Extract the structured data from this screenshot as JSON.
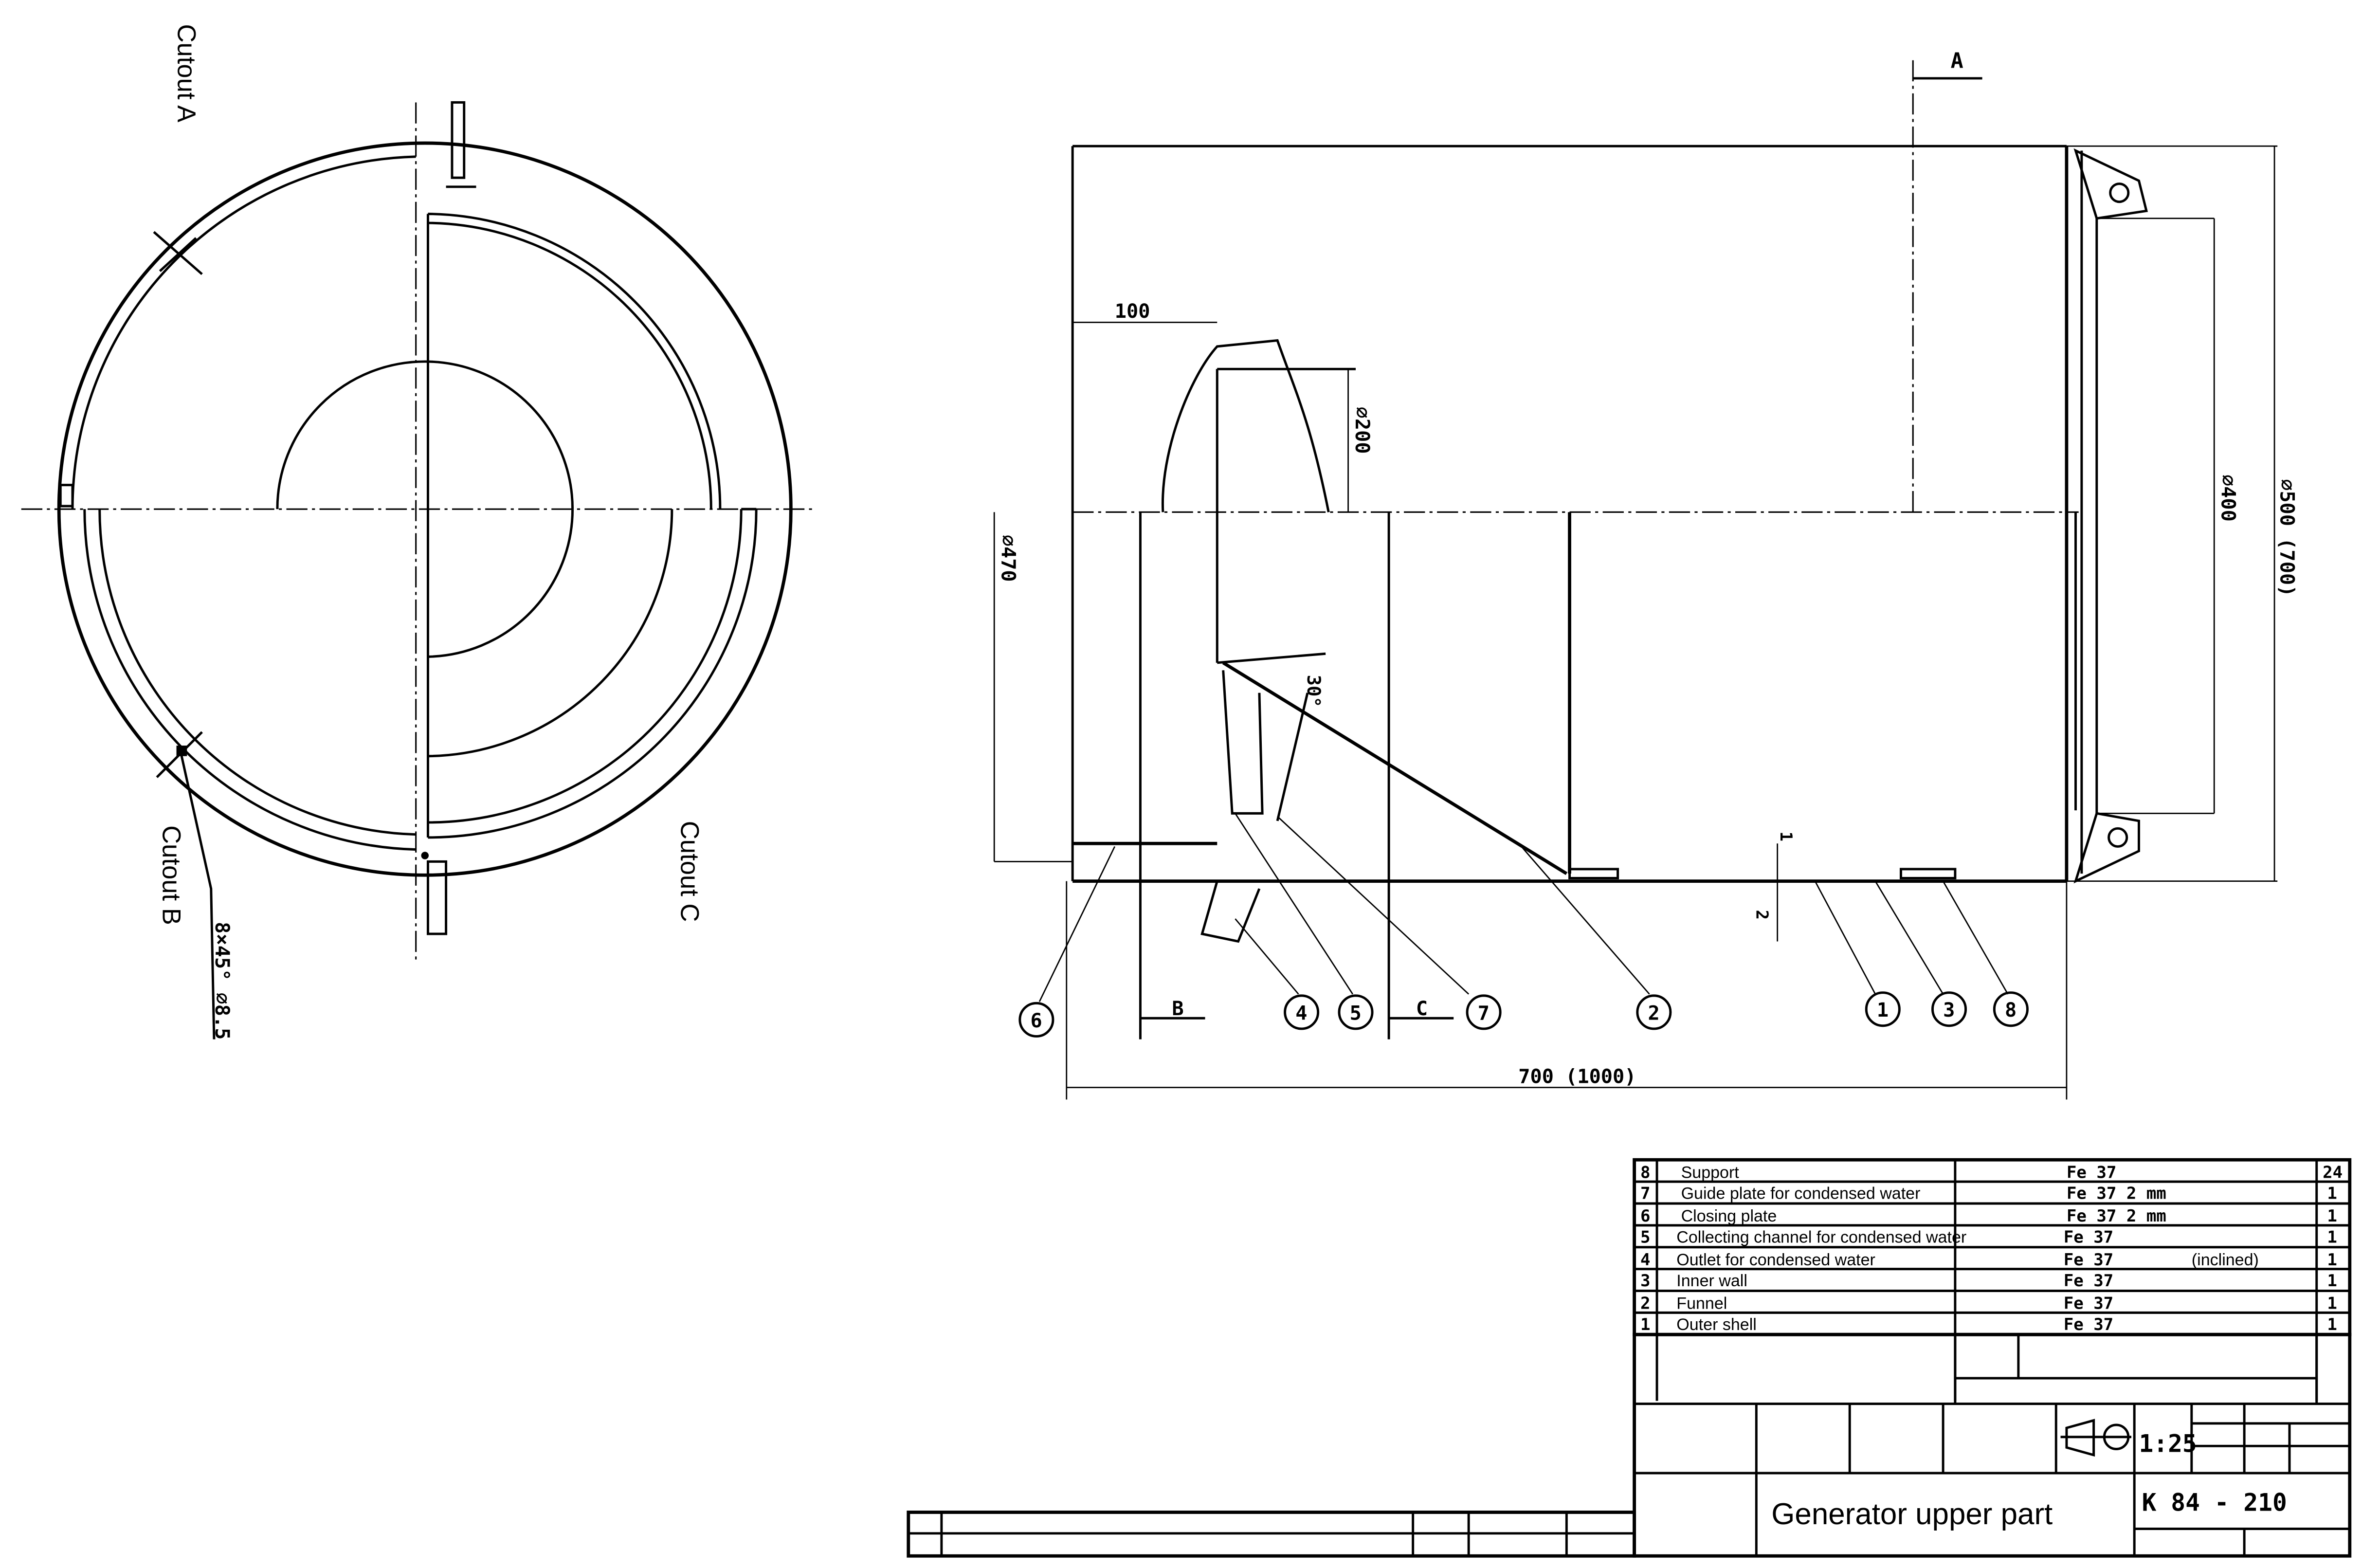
{
  "left_view": {
    "cutout_a": "Cutout A",
    "cutout_b": "Cutout B",
    "cutout_c": "Cutout C",
    "chamfer_note": "8×45° ⌀8.5"
  },
  "side_view": {
    "section_a": "A",
    "section_b": "B",
    "section_c": "C",
    "dim_100": "100",
    "dim_d200": "⌀200",
    "dim_d470": "⌀470",
    "dim_d400": "⌀400",
    "dim_d500": "⌀500 (700)",
    "dim_length": "700 (1000)",
    "angle": "30°",
    "thk_1": "1",
    "thk_2": "2",
    "callouts": [
      "6",
      "4",
      "5",
      "7",
      "2",
      "1",
      "3",
      "8"
    ]
  },
  "parts_list": [
    {
      "no": "8",
      "name": "Support",
      "material": "Fe 37",
      "note": "",
      "qty": "24"
    },
    {
      "no": "7",
      "name": "Guide plate for condensed water",
      "material": "Fe 37  2 mm",
      "note": "",
      "qty": "1"
    },
    {
      "no": "6",
      "name": "Closing plate",
      "material": "Fe 37  2 mm",
      "note": "",
      "qty": "1"
    },
    {
      "no": "5",
      "name": "Collecting channel for condensed water",
      "material": "Fe 37",
      "note": "",
      "qty": "1"
    },
    {
      "no": "4",
      "name": "Outlet for condensed water",
      "material": "Fe 37",
      "note": "(inclined)",
      "qty": "1"
    },
    {
      "no": "3",
      "name": "Inner wall",
      "material": "Fe 37",
      "note": "",
      "qty": "1"
    },
    {
      "no": "2",
      "name": "Funnel",
      "material": "Fe 37",
      "note": "",
      "qty": "1"
    },
    {
      "no": "1",
      "name": "Outer shell",
      "material": "Fe 37",
      "note": "",
      "qty": "1"
    }
  ],
  "title_block": {
    "scale": "1:25",
    "drawing_number": "K 84 - 210",
    "title": "Generator upper part"
  }
}
